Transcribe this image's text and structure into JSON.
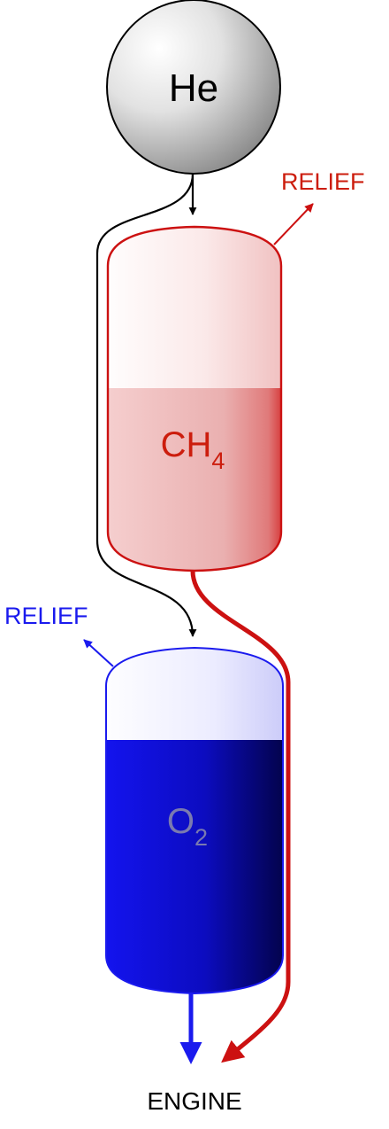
{
  "helium_tank": {
    "label": "He"
  },
  "methane_tank": {
    "label_main": "CH",
    "label_sub": "4",
    "relief_label": "RELIEF",
    "color": "#cc1111"
  },
  "oxygen_tank": {
    "label_main": "O",
    "label_sub": "2",
    "relief_label": "RELIEF",
    "color": "#1a1aee"
  },
  "outlet": {
    "label": "ENGINE"
  }
}
